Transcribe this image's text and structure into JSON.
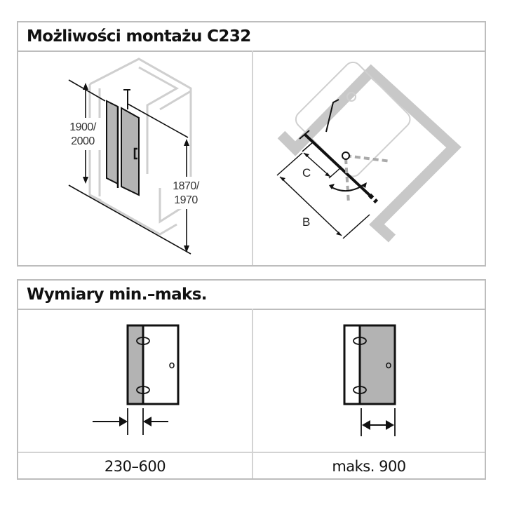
{
  "panels": {
    "mounting": {
      "title": "Możliwości montażu C232",
      "left_diagram": {
        "height_total_line1": "1900/",
        "height_total_line2": "2000",
        "height_door_line1": "1870/",
        "height_door_line2": "1970"
      },
      "right_diagram": {
        "dim_c": "C",
        "dim_b": "B"
      }
    },
    "dimensions": {
      "title": "Wymiary min.–maks.",
      "left_value": "230–600",
      "right_value": "maks. 900"
    }
  },
  "colors": {
    "border": "#bdbdbd",
    "divider": "#d3d3d3",
    "wall_gray": "#c8c8c8",
    "glass_gray": "#b3b3b3",
    "line": "#111111"
  }
}
